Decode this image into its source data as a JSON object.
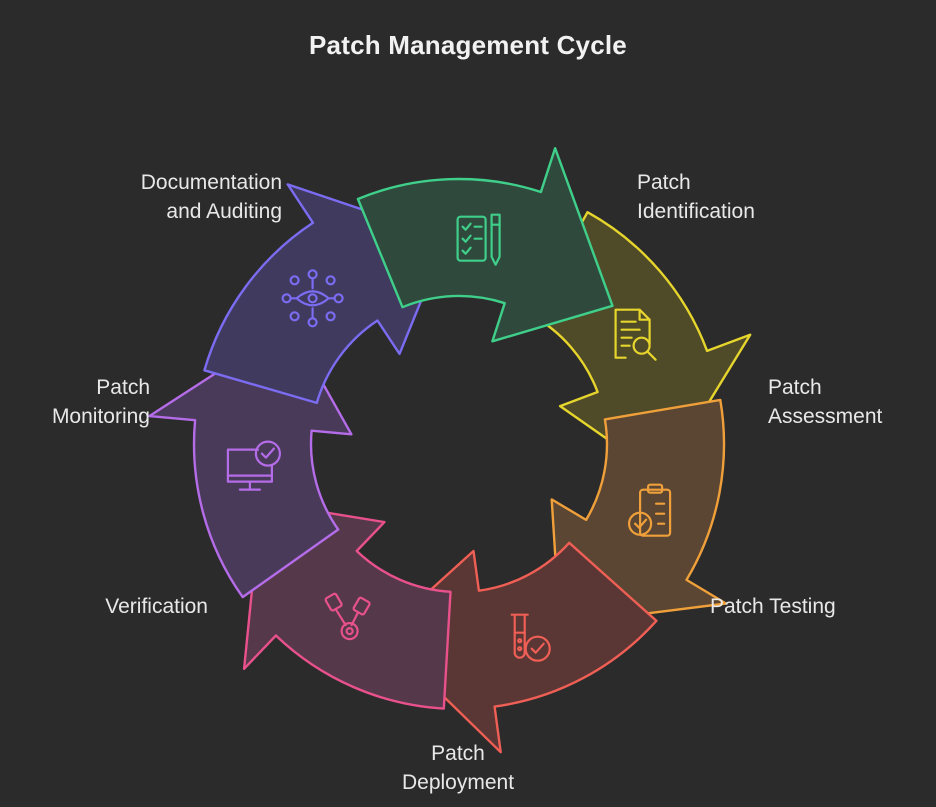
{
  "title": "Patch Management Cycle",
  "stages": [
    {
      "name": "identification",
      "lines": [
        "Patch",
        "Identification"
      ],
      "color": "#e6d52c",
      "fill": "#4f4a28",
      "icon": "document-search-icon"
    },
    {
      "name": "assessment",
      "lines": [
        "Patch",
        "Assessment"
      ],
      "color": "#f0a03a",
      "fill": "#5a4632",
      "icon": "clipboard-check-icon"
    },
    {
      "name": "testing",
      "lines": [
        "Patch Testing"
      ],
      "color": "#ef5f55",
      "fill": "#5a3634",
      "icon": "test-tube-check-icon"
    },
    {
      "name": "deployment",
      "lines": [
        "Patch",
        "Deployment"
      ],
      "color": "#e8518c",
      "fill": "#55384a",
      "icon": "deploy-tools-icon"
    },
    {
      "name": "verification",
      "lines": [
        "Verification"
      ],
      "color": "#b46ce8",
      "fill": "#4a3a5a",
      "icon": "monitor-check-icon"
    },
    {
      "name": "monitoring",
      "lines": [
        "Patch",
        "Monitoring"
      ],
      "color": "#7b6cf2",
      "fill": "#3f3a5e",
      "icon": "eye-network-icon"
    },
    {
      "name": "documentation",
      "lines": [
        "Documentation",
        "and Auditing"
      ],
      "color": "#3fcf8a",
      "fill": "#2f4a3c",
      "icon": "checklist-pen-icon"
    }
  ]
}
